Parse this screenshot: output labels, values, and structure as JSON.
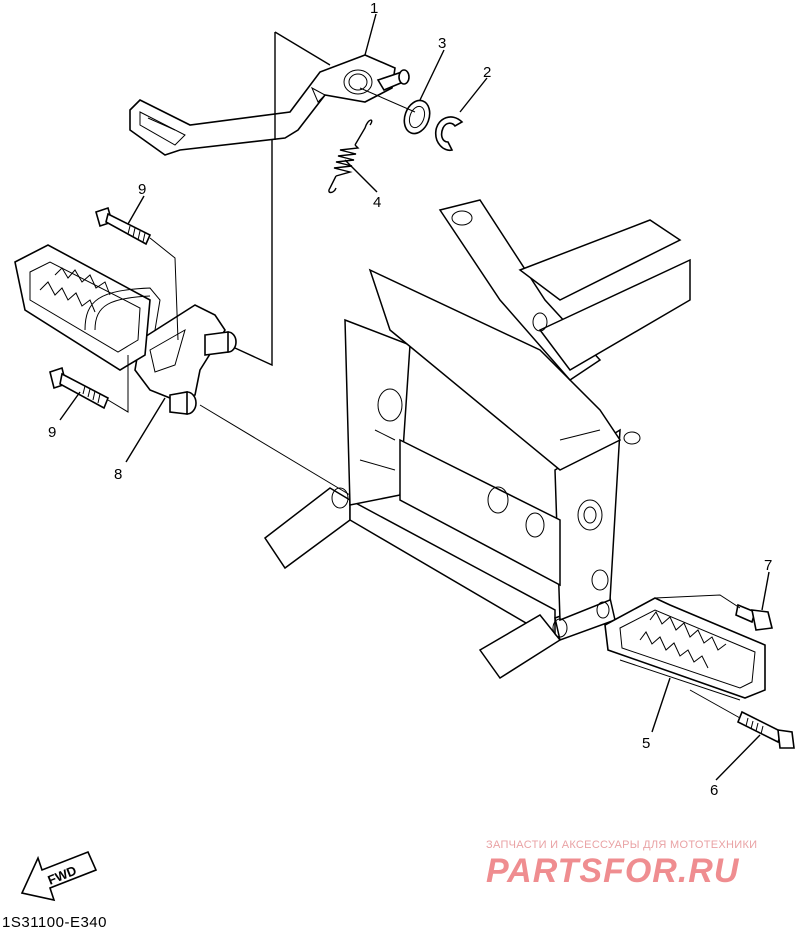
{
  "callouts": [
    {
      "label": "1"
    },
    {
      "label": "2"
    },
    {
      "label": "3"
    },
    {
      "label": "4"
    },
    {
      "label": "5"
    },
    {
      "label": "6"
    },
    {
      "label": "7"
    },
    {
      "label": "8"
    },
    {
      "label": "9"
    },
    {
      "label": "9"
    }
  ],
  "direction_arrow": {
    "label": "FWD"
  },
  "diagram_code": "1S31100-E340",
  "watermark": {
    "caption": "ЗАПЧАСТИ И АКСЕССУАРЫ ДЛЯ МОТОТЕХНИКИ",
    "logo": "PARTSFOR.RU",
    "color": "#ef8d90"
  }
}
